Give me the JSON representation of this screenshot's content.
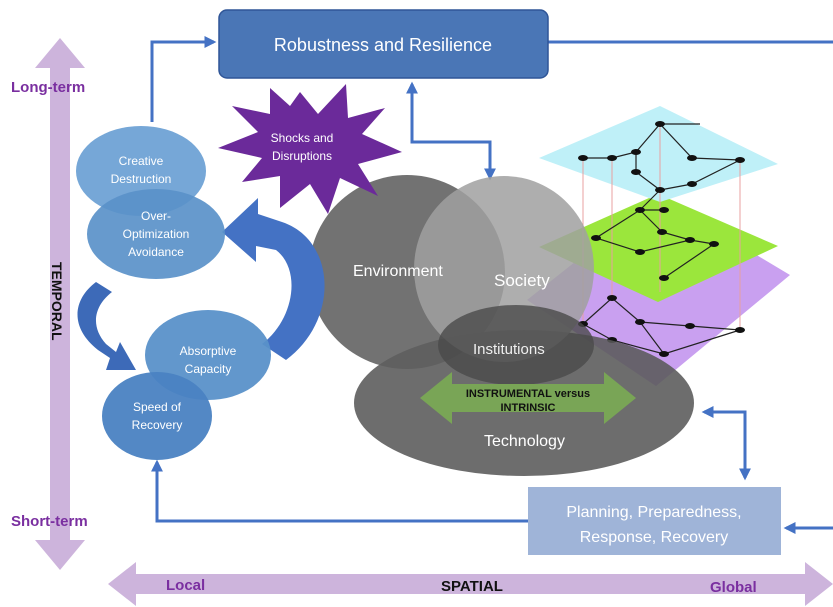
{
  "boxes": {
    "robustness": "Robustness and Resilience",
    "planning_line1": "Planning, Preparedness,",
    "planning_line2": "Response, Recovery"
  },
  "shock": {
    "line1": "Shocks and",
    "line2": "Disruptions"
  },
  "left_ovals": {
    "creative_1": "Creative",
    "creative_2": "Destruction",
    "overopt_1": "Over-",
    "overopt_2": "Optimization",
    "overopt_3": "Avoidance",
    "absorptive_1": "Absorptive",
    "absorptive_2": "Capacity",
    "speed_1": "Speed of",
    "speed_2": "Recovery"
  },
  "venn": {
    "environment": "Environment",
    "society": "Society",
    "institutions": "Institutions",
    "technology": "Technology"
  },
  "double_arrow": {
    "line1": "INSTRUMENTAL versus",
    "line2": "INTRINSIC"
  },
  "axes": {
    "temporal": "TEMPORAL",
    "long_term": "Long-term",
    "short_term": "Short-term",
    "spatial": "SPATIAL",
    "local": "Local",
    "global": "Global"
  },
  "colors": {
    "box_blue": "#4a76b6",
    "oval_blue": "#5a91c9",
    "shock_purple": "#6b2a9a",
    "axis_lavender": "#cdb4dc",
    "label_purple": "#7a2fa0",
    "arrow_blue": "#4472c4",
    "layer_cyan": "#bff0f8",
    "layer_green": "#9be63c",
    "layer_violet": "#c9a0f0"
  }
}
